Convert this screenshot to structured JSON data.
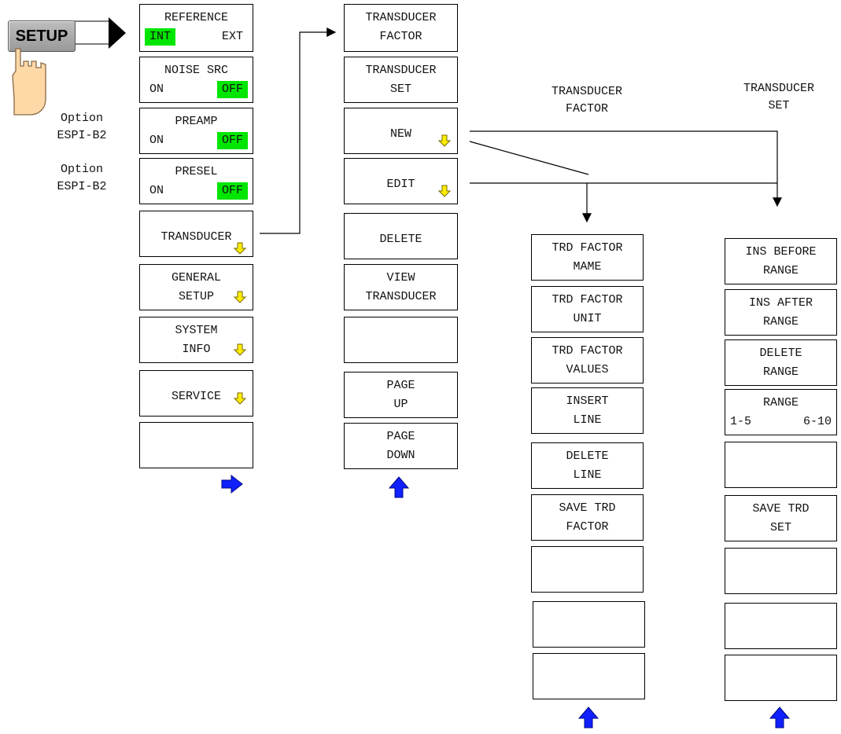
{
  "hardkey": {
    "label": "SETUP"
  },
  "options": {
    "preamp": "Option\nESPI-B2",
    "presel": "Option\nESPI-B2"
  },
  "col1": {
    "reference": {
      "label": "REFERENCE",
      "a": "INT",
      "b": "EXT"
    },
    "noise_src": {
      "label": "NOISE SRC",
      "a": "ON",
      "b": "OFF"
    },
    "preamp": {
      "label": "PREAMP",
      "a": "ON",
      "b": "OFF"
    },
    "presel": {
      "label": "PRESEL",
      "a": "ON",
      "b": "OFF"
    },
    "transducer": "TRANSDUCER",
    "general_setup": [
      "GENERAL",
      "SETUP"
    ],
    "system_info": [
      "SYSTEM",
      "INFO"
    ],
    "service": "SERVICE"
  },
  "col2": {
    "transducer_factor": [
      "TRANSDUCER",
      "FACTOR"
    ],
    "transducer_set": [
      "TRANSDUCER",
      "SET"
    ],
    "new": "NEW",
    "edit": "EDIT",
    "delete": "DELETE",
    "view_transducer": [
      "VIEW",
      "TRANSDUCER"
    ],
    "page_up": [
      "PAGE",
      "UP"
    ],
    "page_down": [
      "PAGE",
      "DOWN"
    ]
  },
  "headers": {
    "factor": "TRANSDUCER\nFACTOR",
    "set": "TRANSDUCER\nSET"
  },
  "col3": {
    "trd_factor_name": [
      "TRD FACTOR",
      "MAME"
    ],
    "trd_factor_unit": [
      "TRD FACTOR",
      "UNIT"
    ],
    "trd_factor_values": [
      "TRD FACTOR",
      "VALUES"
    ],
    "insert_line": [
      "INSERT",
      "LINE"
    ],
    "delete_line": [
      "DELETE",
      "LINE"
    ],
    "save_trd_factor": [
      "SAVE TRD",
      "FACTOR"
    ]
  },
  "col4": {
    "ins_before_range": [
      "INS BEFORE",
      "RANGE"
    ],
    "ins_after_range": [
      "INS AFTER",
      "RANGE"
    ],
    "delete_range": [
      "DELETE",
      "RANGE"
    ],
    "range": {
      "label": "RANGE",
      "a": "1-5",
      "b": "6-10"
    },
    "save_trd_set": [
      "SAVE TRD",
      "SET"
    ]
  },
  "colors": {
    "active": "#00e600",
    "submenu_arrow": "#ffee00",
    "nav_arrow": "#1020ff"
  },
  "icons": [
    "pointing-hand-icon",
    "submenu-arrow-icon",
    "next-arrow-icon",
    "up-arrow-icon"
  ]
}
